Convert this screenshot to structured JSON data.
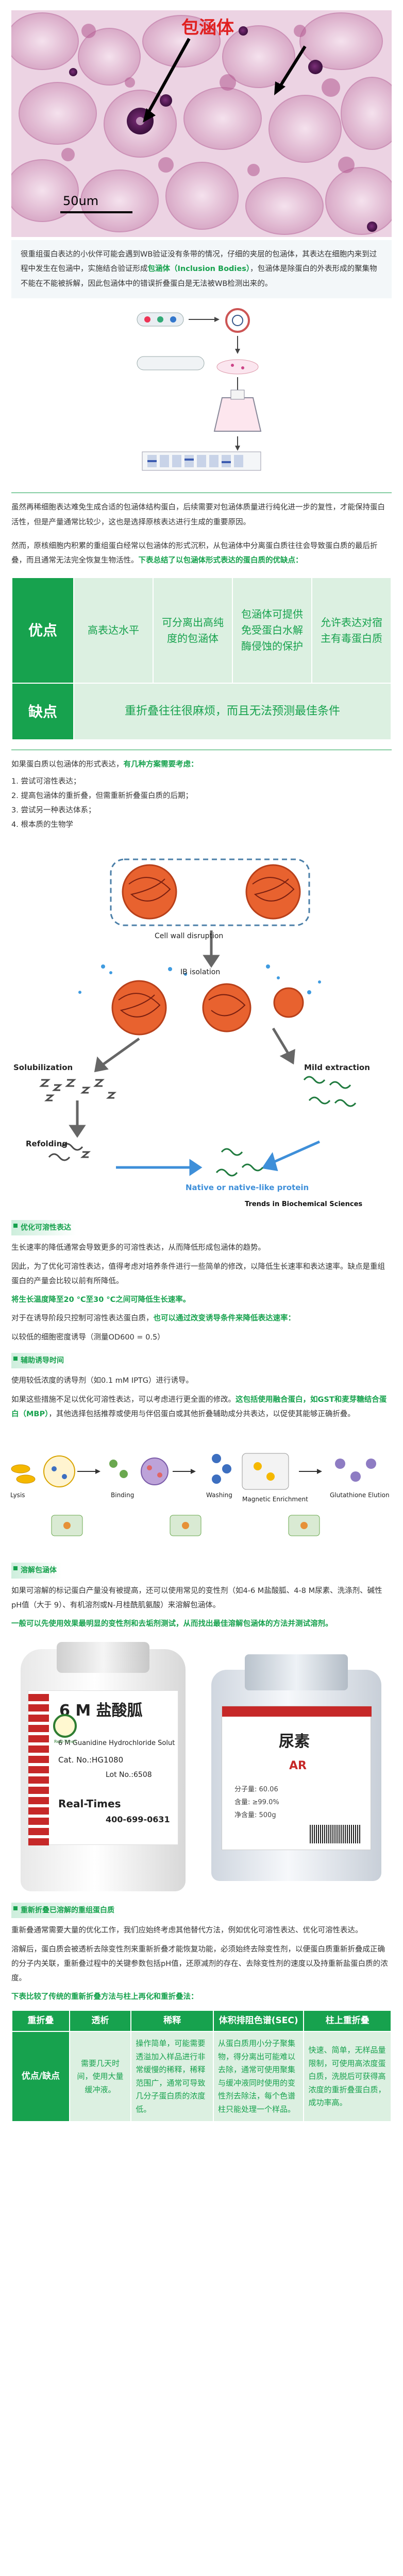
{
  "micrograph": {
    "label_ib": "包涵体",
    "scale_bar": "50um"
  },
  "intro_text": "很重组蛋白表达的小伙伴可能会遇到WB验证没有条带的情况，仔细的夹层的包涵体，其表达在细胞内来到过程中发生在包涵中，实施结合验证形成包涵体（Inclusion Bodies），包涵体是除蛋白的外表形成的聚集物不能在不能被拆解，因此包涵体中的错误折叠蛋白是无法被WB检测出来的。",
  "intro_parts": {
    "before": "很重组蛋白表达的小伙伴可能会遇到WB验证没有条带的情况，仔细的夹层的包涵体，其表达在细胞内来到过程中发生在包涵中，实施结合验证形成",
    "highlight": "包涵体（Inclusion Bodies）",
    "after": "，包涵体是除蛋白的外表形成的聚集物不能在不能被拆解，因此包涵体中的错误折叠蛋白是无法被WB检测出来的。"
  },
  "para1": "虽然再稀细胞表达难免生成合适的包涵体结构蛋白，后续需要对包涵体质量进行纯化进一步的复性，才能保持蛋白活性，但是产量通常比较少，这也是选择原核表达进行生成的重要原因。",
  "para2_before": "然而，原核细胞内积累的重组蛋白经常以包涵体的形式沉积，从包涵体中分离蛋白质往往会导致蛋白质的最后折叠，而且通常无法完全恢复生物活性。",
  "para2_highlight": "下表总结了以包涵体形式表达的蛋白质的优缺点：",
  "table1": {
    "pros_label": "优点",
    "cons_label": "缺点",
    "pros": [
      "高表达水平",
      "可分离出高纯度的包涵体",
      "包涵体可提供免受蛋白水解酶侵蚀的保护",
      "允许表达对宿主有毒蛋白质"
    ],
    "cons": "重折叠往往很麻烦，而且无法预测最佳条件"
  },
  "list_intro_before": "如果蛋白质以包涵体的形式表达，",
  "list_intro_highlight": "有几种方案需要考虑：",
  "list": [
    "1. 尝试可溶性表达；",
    "2. 提高包涵体的重折叠，但需重新折叠蛋白质的后期；",
    "3. 尝试另一种表达体系；",
    "4. 根本质的生物学"
  ],
  "diagram": {
    "cell_wall": "Cell wall disruption",
    "ib_isolation": "IB isolation",
    "solubilization": "Solubilization",
    "mild_extraction": "Mild extraction",
    "refolding": "Refolding",
    "native": "Native or native-like protein",
    "journal": "Trends in Biochemical Sciences"
  },
  "s1": {
    "title": "优化可溶性表达",
    "p1": "生长速率的降低通常会导致更多的可溶性表达，从而降低形成包涵体的趋势。",
    "p2": "因此，为了优化可溶性表达，值得考虑对培养条件进行一些简单的修改，以降低生长速率和表达速率。缺点是重组蛋白的产量会比较以前有所降低。",
    "p3_before": "",
    "p3_highlight": "将生长温度降至20 °C至30 °C之间可降低生长速率。",
    "p4_before": "对于在诱导阶段只控制可溶性表达蛋白质，",
    "p4_highlight": "也可以通过改变诱导条件来降低表达速率：",
    "p5": "以较低的细胞密度诱导（测量OD600 = 0.5）"
  },
  "s2": {
    "title": "辅助诱导时间",
    "p1": "使用较低浓度的诱导剂（如0.1 mM IPTG）进行诱导。",
    "p2_before": "如果这些措施不足以优化可溶性表达，可以考虑进行更全面的修改。",
    "p2_highlight": "这包括使用融合蛋白，如GST和麦芽糖结合蛋白（MBP）",
    "p2_after": "，其他选择包括推荐或使用与伴侣蛋白或其他折叠辅助成分共表达，以促使其能够正确折叠。",
    "labels": [
      "Lysis",
      "Binding",
      "Washing",
      "Magnetic Enrichment",
      "Glutathione Elution"
    ]
  },
  "s3": {
    "title": "溶解包涵体",
    "p1": "如果可溶解的标记蛋白产量没有被提高，还可以使用常见的变性剂（如4-6 M盐酸胍、4-8 M尿素、洗涤剂、碱性pH值（大于 9）、有机溶剂或N-月桂酰肌氨酸）来溶解包涵体。",
    "p2_highlight": "一般可以先使用效果最明显的变性剂和去垢剂测试，从而找出最佳溶解包涵体的方法并测试溶剂。",
    "bottle1": {
      "top": "6 M 盐酸胍",
      "sub": "6 M Guanidine Hydrochloride Solut",
      "cat": "Cat. No.:HG1080",
      "lot": "Lot No.:6508",
      "brand": "Real-Times",
      "phone": "400-699-0631",
      "logo": "Real-Times"
    },
    "bottle2": {
      "name": "尿素",
      "grade": "AR",
      "lines": [
        "分子量: 60.06",
        "含量: ≥99.0%",
        "净含量: 500g"
      ]
    }
  },
  "s4": {
    "title": "重新折叠已溶解的重组蛋白质",
    "p1": "重新叠通常需要大量的优化工作，我们应始终考虑其他替代方法，例如优化可溶性表达、优化可溶性表达。",
    "p2": "溶解后，蛋白质会被透析去除变性剂来重新折叠才能恢复功能，必须始终去除变性剂，以便蛋白质重新折叠成正确的分子内关联，重新叠过程中的关键参数包括pH值，还原减剂的存在、去除变性剂的速度以及持重新盐蛋白质的浓度。",
    "p3_highlight": "下表比较了传统的重新折叠方法与柱上再化和重折叠法：",
    "caption": "Native or native-like protein"
  },
  "table2": {
    "headers": [
      "重折叠",
      "透析",
      "稀释",
      "体积排阻色谱(SEC)",
      "柱上重折叠"
    ],
    "row_label": "优点/缺点",
    "cells": [
      "需要几天时间，使用大量缓冲液。",
      "操作简单，可能需要透溢加入样品进行非常缓慢的稀释，稀释范围广，通常可导致几分子蛋白质的浓度低。",
      "从蛋白质用小分子聚集物，得分离出可能难以去除，通常可使用聚集与缓冲液同时使用的变性剂去除法，每个色谱柱只能处理一个样品。",
      "快速、简单，无样品量限制，可使用高浓度蛋白质，洗脱后可获得高浓度的重折叠蛋白质，成功率高。"
    ]
  },
  "colors": {
    "accent": "#17a24e",
    "accent_light": "#dcf0e1",
    "highlight": "#e02020"
  }
}
